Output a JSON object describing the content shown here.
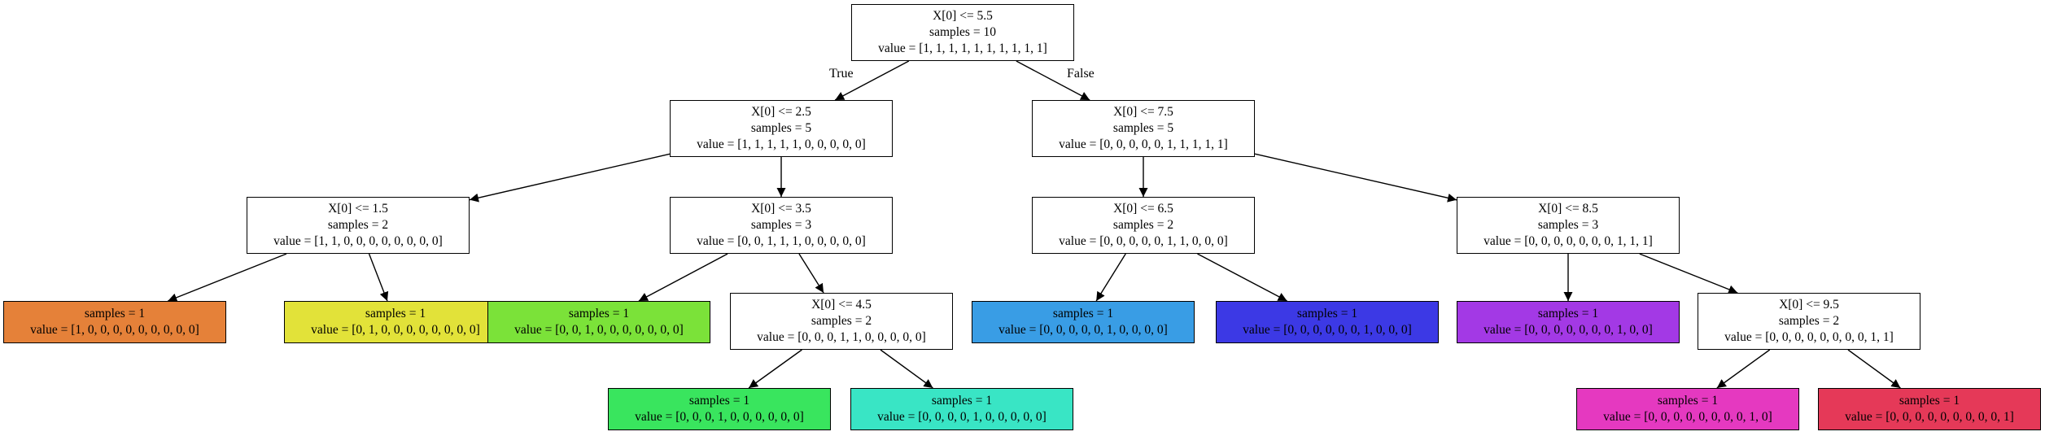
{
  "tree": {
    "nodes": [
      {
        "id": "n0",
        "lines": [
          "X[0] <= 5.5",
          "samples = 10",
          "value = [1, 1, 1, 1, 1, 1, 1, 1, 1, 1]"
        ],
        "fill": "#ffffff"
      },
      {
        "id": "n1",
        "lines": [
          "X[0] <= 2.5",
          "samples = 5",
          "value = [1, 1, 1, 1, 1, 0, 0, 0, 0, 0]"
        ],
        "fill": "#ffffff"
      },
      {
        "id": "n2",
        "lines": [
          "X[0] <= 7.5",
          "samples = 5",
          "value = [0, 0, 0, 0, 0, 1, 1, 1, 1, 1]"
        ],
        "fill": "#ffffff"
      },
      {
        "id": "n3",
        "lines": [
          "X[0] <= 1.5",
          "samples = 2",
          "value = [1, 1, 0, 0, 0, 0, 0, 0, 0, 0]"
        ],
        "fill": "#ffffff"
      },
      {
        "id": "n4",
        "lines": [
          "X[0] <= 3.5",
          "samples = 3",
          "value = [0, 0, 1, 1, 1, 0, 0, 0, 0, 0]"
        ],
        "fill": "#ffffff"
      },
      {
        "id": "n5",
        "lines": [
          "X[0] <= 6.5",
          "samples = 2",
          "value = [0, 0, 0, 0, 0, 1, 1, 0, 0, 0]"
        ],
        "fill": "#ffffff"
      },
      {
        "id": "n6",
        "lines": [
          "X[0] <= 8.5",
          "samples = 3",
          "value = [0, 0, 0, 0, 0, 0, 0, 1, 1, 1]"
        ],
        "fill": "#ffffff"
      },
      {
        "id": "n7",
        "lines": [
          "samples = 1",
          "value = [1, 0, 0, 0, 0, 0, 0, 0, 0, 0]"
        ],
        "fill": "#e58139"
      },
      {
        "id": "n8",
        "lines": [
          "samples = 1",
          "value = [0, 1, 0, 0, 0, 0, 0, 0, 0, 0]"
        ],
        "fill": "#e2e239"
      },
      {
        "id": "n9",
        "lines": [
          "samples = 1",
          "value = [0, 0, 1, 0, 0, 0, 0, 0, 0, 0]"
        ],
        "fill": "#7be239"
      },
      {
        "id": "n10",
        "lines": [
          "X[0] <= 4.5",
          "samples = 2",
          "value = [0, 0, 0, 1, 1, 0, 0, 0, 0, 0]"
        ],
        "fill": "#ffffff"
      },
      {
        "id": "n11",
        "lines": [
          "samples = 1",
          "value = [0, 0, 0, 0, 0, 1, 0, 0, 0, 0]"
        ],
        "fill": "#399de5"
      },
      {
        "id": "n12",
        "lines": [
          "samples = 1",
          "value = [0, 0, 0, 0, 0, 0, 1, 0, 0, 0]"
        ],
        "fill": "#3c39e5"
      },
      {
        "id": "n13",
        "lines": [
          "samples = 1",
          "value = [0, 0, 0, 0, 0, 0, 0, 1, 0, 0]"
        ],
        "fill": "#a339e5"
      },
      {
        "id": "n14",
        "lines": [
          "X[0] <= 9.5",
          "samples = 2",
          "value = [0, 0, 0, 0, 0, 0, 0, 0, 1, 1]"
        ],
        "fill": "#ffffff"
      },
      {
        "id": "n15",
        "lines": [
          "samples = 1",
          "value = [0, 0, 0, 1, 0, 0, 0, 0, 0, 0]"
        ],
        "fill": "#39e55e"
      },
      {
        "id": "n16",
        "lines": [
          "samples = 1",
          "value = [0, 0, 0, 0, 1, 0, 0, 0, 0, 0]"
        ],
        "fill": "#39e5c5"
      },
      {
        "id": "n17",
        "lines": [
          "samples = 1",
          "value = [0, 0, 0, 0, 0, 0, 0, 0, 1, 0]"
        ],
        "fill": "#e539c0"
      },
      {
        "id": "n18",
        "lines": [
          "samples = 1",
          "value = [0, 0, 0, 0, 0, 0, 0, 0, 0, 1]"
        ],
        "fill": "#e53958"
      }
    ],
    "edges": [
      {
        "from": "n0",
        "to": "n1",
        "label": "True"
      },
      {
        "from": "n0",
        "to": "n2",
        "label": "False"
      },
      {
        "from": "n1",
        "to": "n3"
      },
      {
        "from": "n1",
        "to": "n4"
      },
      {
        "from": "n2",
        "to": "n5"
      },
      {
        "from": "n2",
        "to": "n6"
      },
      {
        "from": "n3",
        "to": "n7"
      },
      {
        "from": "n3",
        "to": "n8"
      },
      {
        "from": "n4",
        "to": "n9"
      },
      {
        "from": "n4",
        "to": "n10"
      },
      {
        "from": "n5",
        "to": "n11"
      },
      {
        "from": "n5",
        "to": "n12"
      },
      {
        "from": "n6",
        "to": "n13"
      },
      {
        "from": "n6",
        "to": "n14"
      },
      {
        "from": "n10",
        "to": "n15"
      },
      {
        "from": "n10",
        "to": "n16"
      },
      {
        "from": "n14",
        "to": "n17"
      },
      {
        "from": "n14",
        "to": "n18"
      }
    ]
  }
}
